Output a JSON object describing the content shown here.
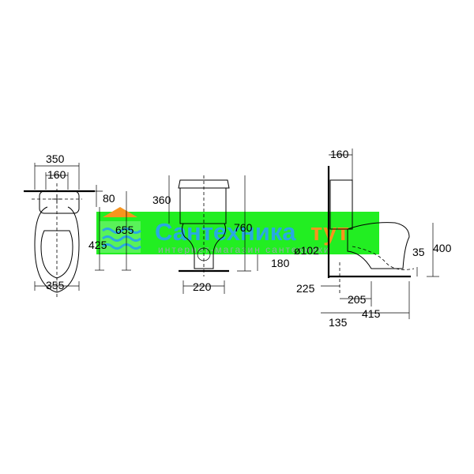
{
  "dimensions": {
    "front_width": "350",
    "front_tank_inner": "160",
    "front_top_offset": "80",
    "front_seat_height": "425",
    "front_base_width": "355",
    "front_total_height": "655",
    "side_tank_height": "360",
    "side_total_height": "760",
    "side_base_width": "220",
    "side_drain_height": "180",
    "profile_tank_depth": "160",
    "profile_pan_height": "400",
    "profile_drain_diameter": "ø102",
    "profile_drain_offset": "35",
    "profile_wall_to_drain": "225",
    "profile_base_depth": "205",
    "profile_wall_gap": "135",
    "profile_total_depth": "415"
  },
  "watermark": {
    "title_a": "Сантехника",
    "title_b": "тут",
    "subtitle": "интернет-магазин сантехники"
  },
  "colors": {
    "watermark_green": "#22ee22",
    "watermark_blue": "#29a9e1",
    "watermark_orange": "#f7941d",
    "line": "#000000"
  }
}
